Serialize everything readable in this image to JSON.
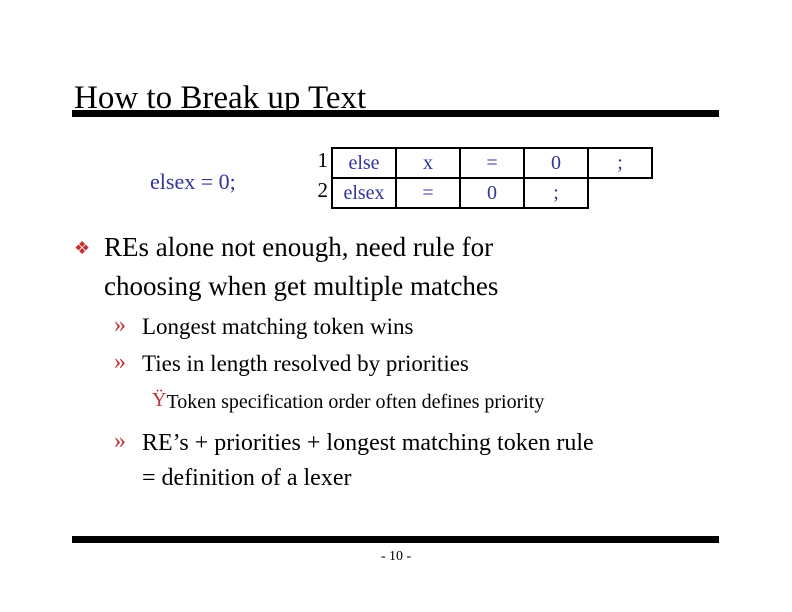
{
  "slide": {
    "title": "How to Break up Text",
    "page_number": "- 10 -"
  },
  "example": {
    "source_text": "elsex = 0;",
    "rows": [
      {
        "label": "1",
        "cells": [
          "else",
          "x",
          "=",
          "0",
          ";"
        ]
      },
      {
        "label": "2",
        "cells": [
          "elsex",
          "=",
          "0",
          ";"
        ]
      }
    ]
  },
  "bullets": {
    "main": {
      "marker": "❖",
      "line1": "REs alone not enough, need rule for",
      "line2": "choosing when get multiple matches"
    },
    "sub1": {
      "marker": "»",
      "text": "Longest matching token wins"
    },
    "sub2": {
      "marker": "»",
      "text": "Ties in length resolved by priorities"
    },
    "note": {
      "marker": "Ÿ",
      "text": "Token specification order often defines priority"
    },
    "conclusion": {
      "marker": "»",
      "line1": "RE’s + priorities + longest matching token rule",
      "line2": "= definition of a lexer"
    }
  },
  "colors": {
    "bullet_red": "#c03333",
    "code_blue": "#333399",
    "text_black": "#000000",
    "background": "#ffffff"
  }
}
